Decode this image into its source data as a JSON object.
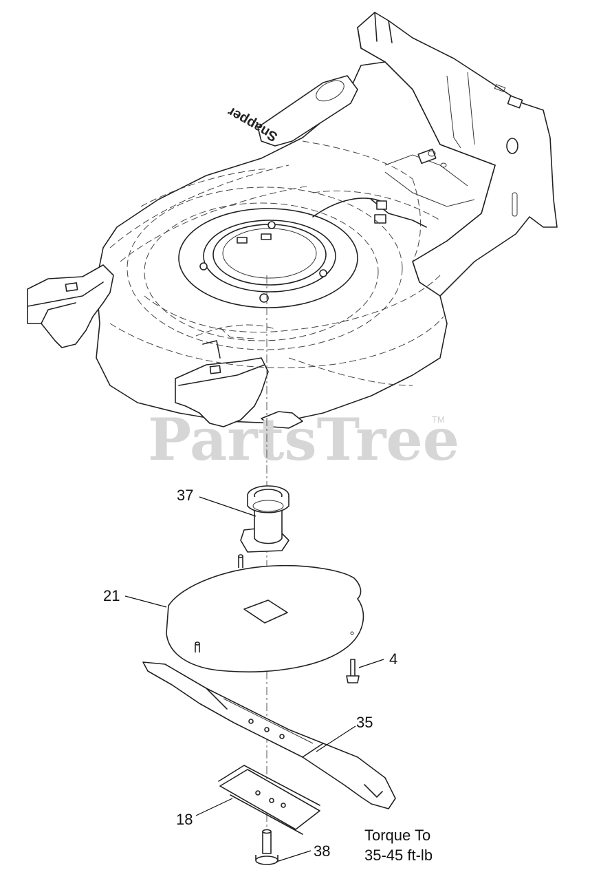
{
  "watermark": {
    "text": "PartsTree",
    "trademark": "TM"
  },
  "deck_brand": "Snapper",
  "callouts": [
    {
      "id": "37",
      "label": "37"
    },
    {
      "id": "21",
      "label": "21"
    },
    {
      "id": "4",
      "label": "4"
    },
    {
      "id": "35",
      "label": "35"
    },
    {
      "id": "18",
      "label": "18"
    },
    {
      "id": "38",
      "label": "38"
    }
  ],
  "torque_note": {
    "line1": "Torque To",
    "line2": "35-45 ft-lb"
  }
}
